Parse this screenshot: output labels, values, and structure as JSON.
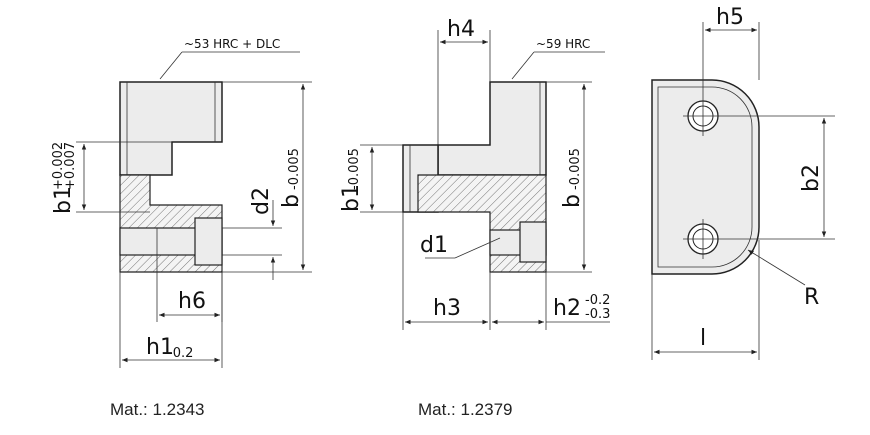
{
  "views": {
    "left": {
      "note": "~53 HRC + DLC",
      "h1": "h1",
      "h1_tol": "-0.2",
      "h6": "h6",
      "b1": "b1",
      "b1_tol_top": "+0.002",
      "b1_tol_bot": "+0.007",
      "d2": "d2",
      "b": "b",
      "b_tol": "-0.005",
      "material": "Mat.: 1.2343"
    },
    "middle": {
      "note": "~59 HRC",
      "h4": "h4",
      "b1": "b1",
      "b1_tol": "-0.005",
      "b": "b",
      "b_tol": "-0.005",
      "d1": "d1",
      "h3": "h3",
      "h2": "h2",
      "h2_tol_top": "-0.2",
      "h2_tol_bot": "-0.3",
      "material": "Mat.: 1.2379"
    },
    "right": {
      "h5": "h5",
      "b2": "b2",
      "r": "R",
      "l": "l"
    }
  }
}
